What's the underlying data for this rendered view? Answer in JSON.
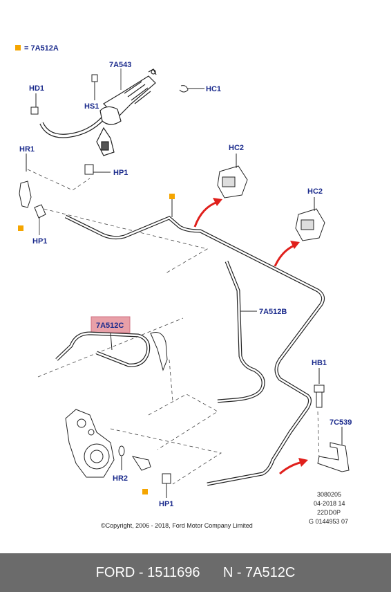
{
  "legend": {
    "marker_color": "#f5a500",
    "text": "= 7A512A"
  },
  "labels": {
    "part_7A543": "7A543",
    "hd1": "HD1",
    "hs1": "HS1",
    "hc1": "HC1",
    "hr1": "HR1",
    "hp1_top": "HP1",
    "hp1_left": "HP1",
    "hc2_a": "HC2",
    "hc2_b": "HC2",
    "part_7A512B": "7A512B",
    "part_7A512C": "7A512C",
    "hb1": "HB1",
    "part_7C539": "7C539",
    "hr2": "HR2",
    "hp1_bottom": "HP1"
  },
  "highlight_color": "#e8a0a8",
  "arrow_color": "#e0201c",
  "label_color": "#1a2a8c",
  "doc_codes": [
    "3080205",
    "04-2018 14",
    "22DD0P",
    "G 0144953 07"
  ],
  "copyright": "©Copyright, 2006 - 2018, Ford Motor Company Limited",
  "footer": {
    "brand_part": "FORD - 1511696",
    "ref": "N - 7A512C"
  }
}
